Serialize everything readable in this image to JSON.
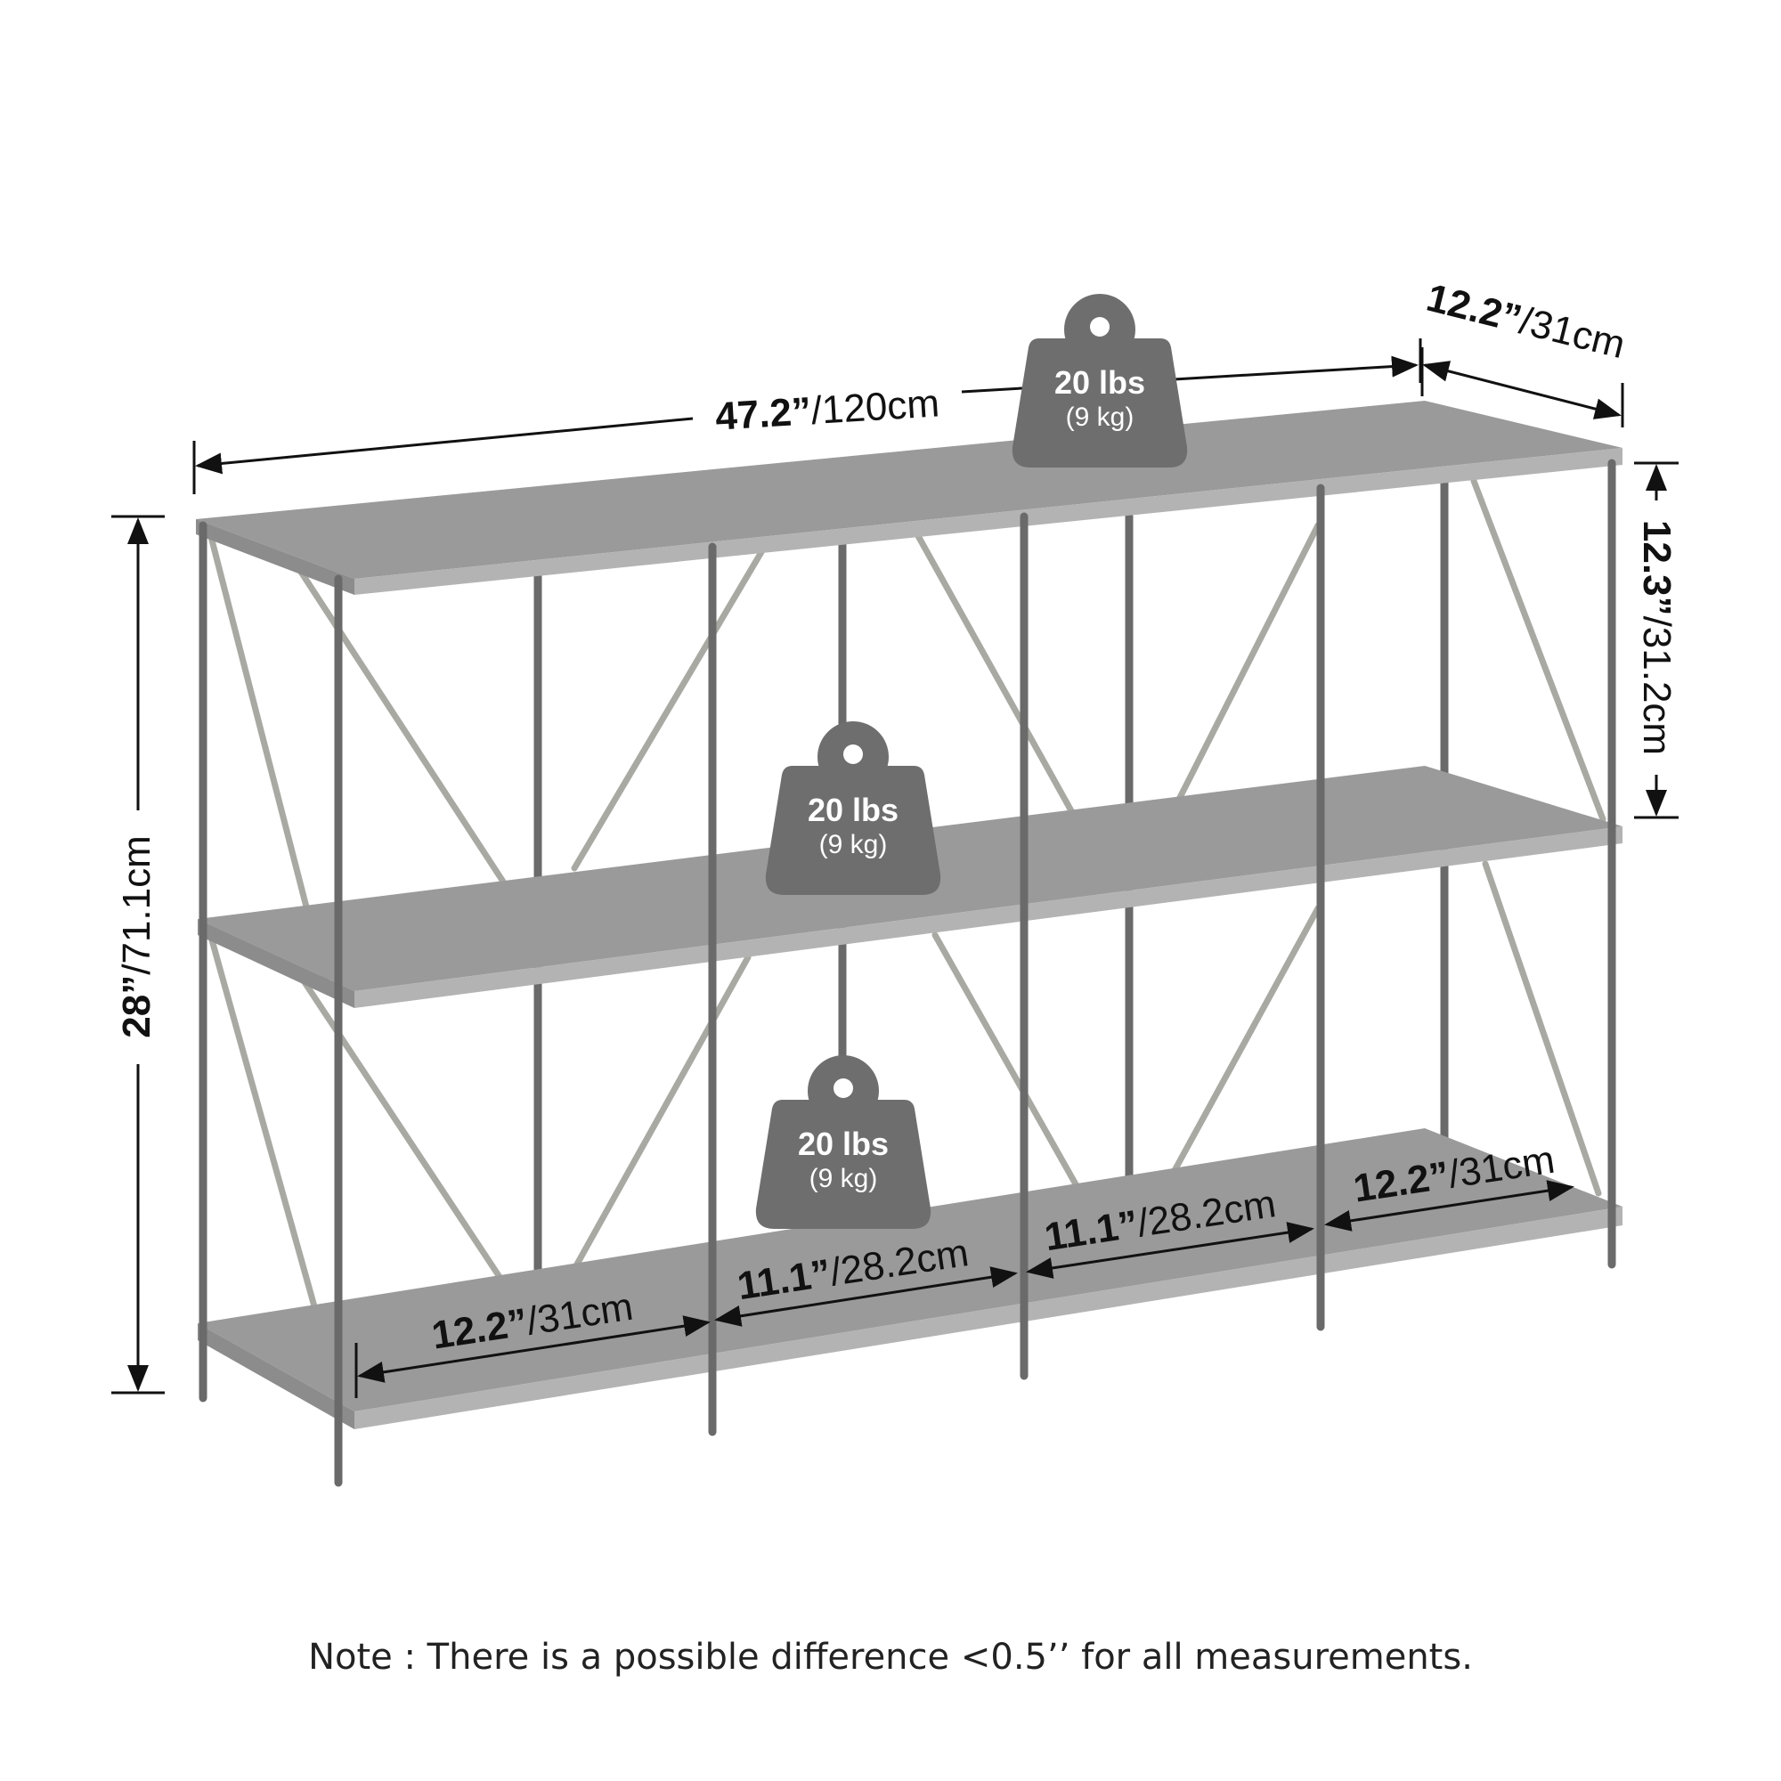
{
  "colors": {
    "shelf_top": "#9a9a9a",
    "shelf_edge": "#b3b3b3",
    "post": "#6a6a6a",
    "brace": "#a9a9a3",
    "weight": "#6e6e6e",
    "ink": "#111111"
  },
  "dimensions": {
    "width": {
      "bold": "47.2”",
      "unit": "/120cm"
    },
    "depth": {
      "bold": "12.2”",
      "unit": "/31cm"
    },
    "height": {
      "bold": "28”",
      "unit": "/71.1cm"
    },
    "shelf_gap": {
      "bold": "12.3”",
      "unit": "/31.2cm"
    },
    "compartments": [
      {
        "bold": "12.2”",
        "unit": "/31cm"
      },
      {
        "bold": "11.1”",
        "unit": "/28.2cm"
      },
      {
        "bold": "11.1”",
        "unit": "/28.2cm"
      },
      {
        "bold": "12.2”",
        "unit": "/31cm"
      }
    ]
  },
  "weights": [
    {
      "main": "20 lbs",
      "sub": "(9 kg)",
      "icon": "weight-icon"
    },
    {
      "main": "20 lbs",
      "sub": "(9 kg)",
      "icon": "weight-icon"
    },
    {
      "main": "20 lbs",
      "sub": "(9 kg)",
      "icon": "weight-icon"
    }
  ],
  "note": "Note : There is a possible difference <0.5’’ for all measurements."
}
